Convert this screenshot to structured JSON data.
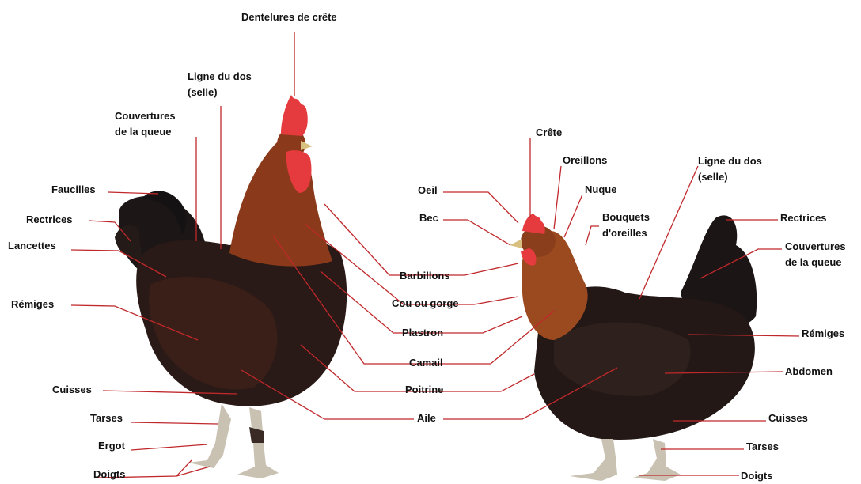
{
  "colors": {
    "leader_line": "#c0282b",
    "label_text": "#111111",
    "rooster_body": "#2a1a17",
    "rooster_hackle": "#8a3a1a",
    "comb_red": "#e53a3e",
    "hen_body": "#231816",
    "hen_neck": "#9b4a1f",
    "leg": "#c9c2b2"
  },
  "rooster": {
    "labels": {
      "dentelures": "Dentelures de crête",
      "ligne_dos": "Ligne du dos\n(selle)",
      "couvertures": "Couvertures\nde la queue",
      "faucilles": "Faucilles",
      "rectrices": "Rectrices",
      "lancettes": "Lancettes",
      "remiges": "Rémiges",
      "cuisses": "Cuisses",
      "tarses": "Tarses",
      "ergot": "Ergot",
      "doigts": "Doigts"
    }
  },
  "center": {
    "labels": {
      "barbillons": "Barbillons",
      "cou": "Cou ou gorge",
      "plastron": "Plastron",
      "camail": "Camail",
      "poitrine": "Poitrine",
      "aile": "Aile"
    }
  },
  "hen": {
    "labels": {
      "crete": "Crête",
      "oreillons": "Oreillons",
      "nuque": "Nuque",
      "oeil": "Oeil",
      "bec": "Bec",
      "bouquets": "Bouquets\nd'oreilles",
      "ligne_dos": "Ligne du dos\n(selle)",
      "rectrices": "Rectrices",
      "couvertures": "Couvertures\nde la queue",
      "remiges": "Rémiges",
      "abdomen": "Abdomen",
      "cuisses": "Cuisses",
      "tarses": "Tarses",
      "doigts": "Doigts"
    }
  }
}
